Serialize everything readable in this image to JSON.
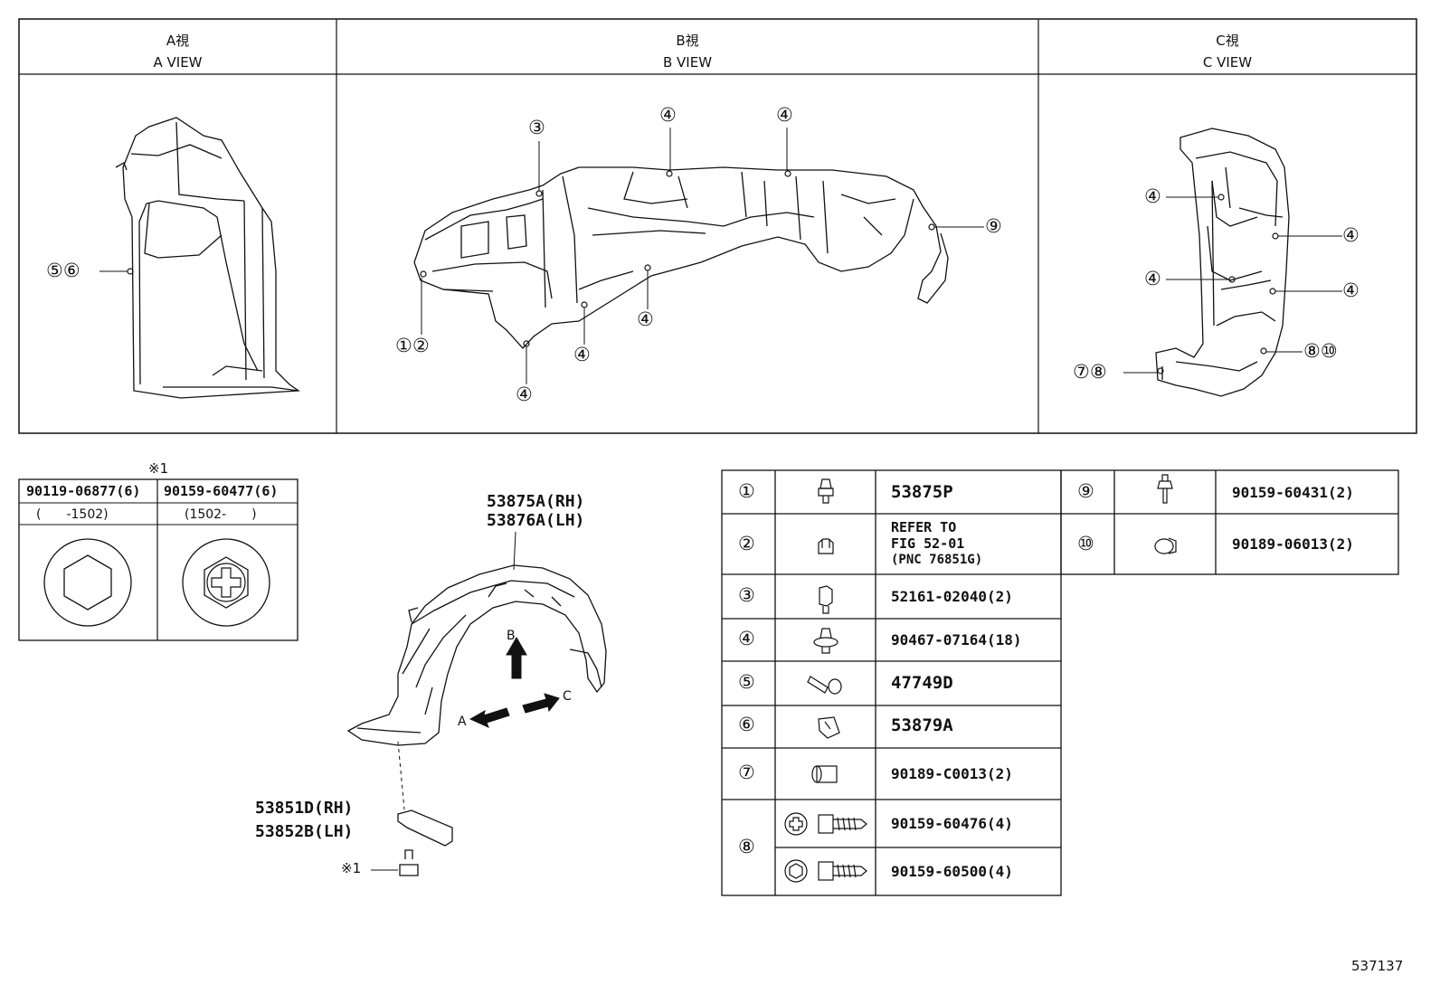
{
  "views": [
    {
      "title_jp": "A視",
      "title_en": "A VIEW"
    },
    {
      "title_jp": "B視",
      "title_en": "B VIEW"
    },
    {
      "title_jp": "C視",
      "title_en": "C VIEW"
    }
  ],
  "callouts": {
    "a_56": "⑤⑥",
    "b_3": "③",
    "b_4a": "④",
    "b_4b": "④",
    "b_4c": "④",
    "b_4d": "④",
    "b_4e": "④",
    "b_9": "⑨",
    "b_12": "①②",
    "c_4a": "④",
    "c_4b": "④",
    "c_4c": "④",
    "c_4d": "④",
    "c_78": "⑦⑧",
    "c_810": "⑧⑩"
  },
  "bolt_table": {
    "note": "※1",
    "col1_part": "90119-06877(6)",
    "col1_range": "(　　-1502)",
    "col2_part": "90159-60477(6)",
    "col2_range": "(1502-　　)"
  },
  "main_part": {
    "label_rh": "53875A(RH)",
    "label_lh": "53876A(LH)",
    "sub_rh": "53851D(RH)",
    "sub_lh": "53852B(LH)",
    "note": "※1",
    "arrow_a": "A",
    "arrow_b": "B",
    "arrow_c": "C"
  },
  "parts_table": [
    {
      "num": "①",
      "part": "53875P"
    },
    {
      "num": "②",
      "part_line1": "REFER TO",
      "part_line2": "FIG 52-01",
      "part_line3": "(PNC 76851G)"
    },
    {
      "num": "③",
      "part": "52161-02040(2)"
    },
    {
      "num": "④",
      "part": "90467-07164(18)"
    },
    {
      "num": "⑤",
      "part": "47749D"
    },
    {
      "num": "⑥",
      "part": "53879A"
    },
    {
      "num": "⑦",
      "part": "90189-C0013(2)"
    },
    {
      "num": "⑧",
      "part_a": "90159-60476(4)",
      "part_b": "90159-60500(4)"
    },
    {
      "num": "⑨",
      "part": "90159-60431(2)"
    },
    {
      "num": "⑩",
      "part": "90189-06013(2)"
    }
  ],
  "diagram_id": "537137"
}
